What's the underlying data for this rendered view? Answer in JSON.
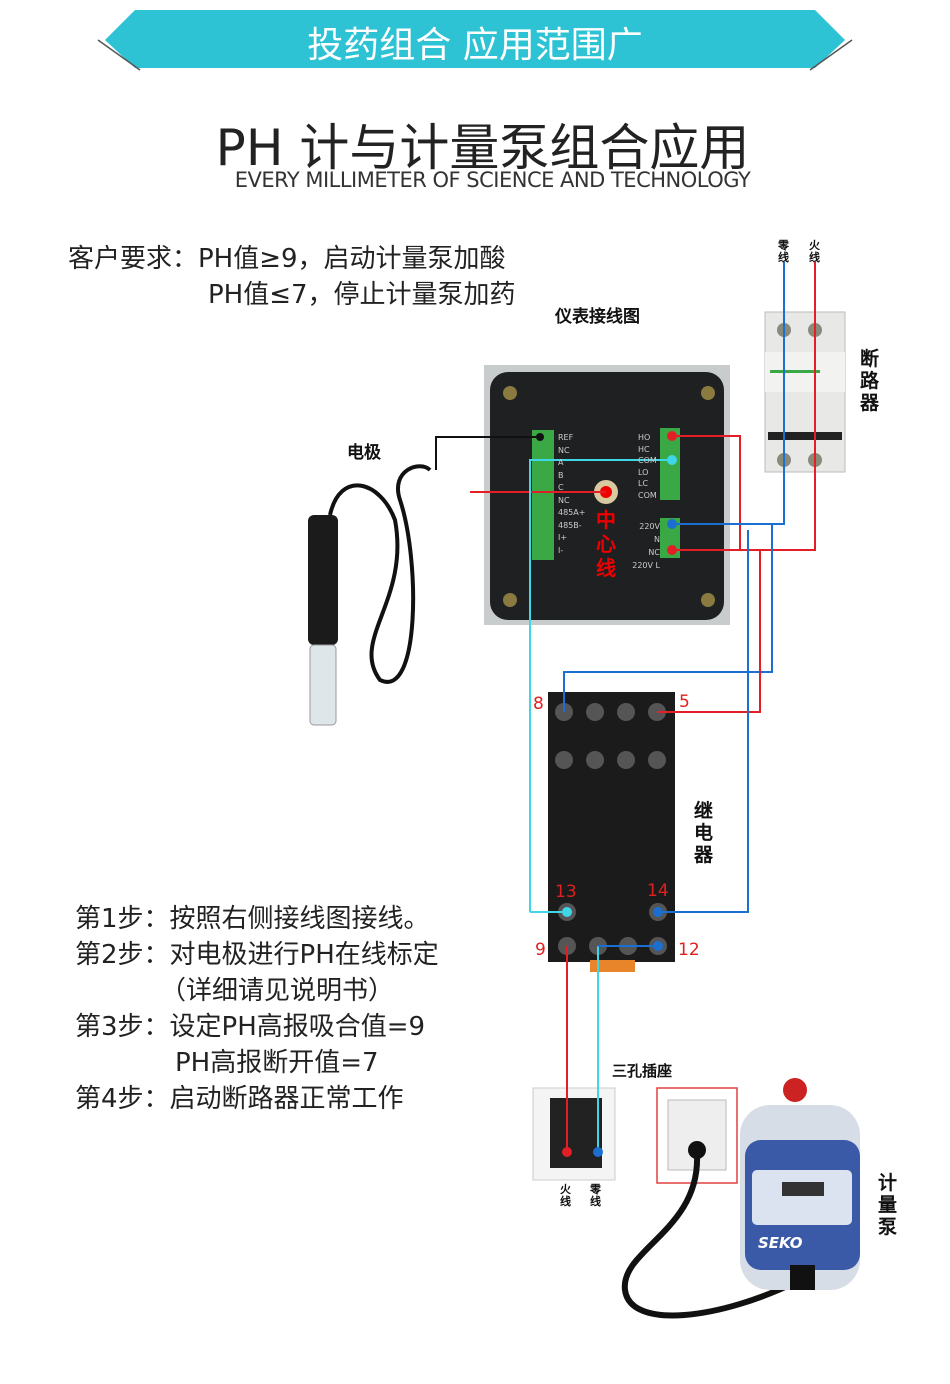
{
  "banner": {
    "text": "投药组合 应用范围广",
    "color": "#2ec3d4"
  },
  "title": "PH 计与计量泵组合应用",
  "subtitle": "EVERY MILLIMETER OF SCIENCE AND TECHNOLOGY",
  "requirement": {
    "line1": "客户要求：PH值≥9，启动计量泵加酸",
    "line2": "PH值≤7，停止计量泵加药"
  },
  "diagram": {
    "meter_title": "仪表接线图",
    "electrode_label": "电极",
    "center_line": "中心线",
    "breaker_label": "断路器",
    "breaker_neutral": "零线",
    "breaker_live": "火线",
    "relay_label": "继电器",
    "socket_label": "三孔插座",
    "socket_live": "火线",
    "socket_neutral": "零线",
    "pump_label": "计量泵",
    "pump_brand": "SEKO",
    "relay_pins": {
      "p8": "8",
      "p5": "5",
      "p13": "13",
      "p14": "14",
      "p9": "9",
      "p12": "12"
    },
    "left_terminals": [
      "REF",
      "NC",
      "A",
      "B",
      "C",
      "NC",
      "485A+",
      "485B-",
      "I+",
      "I-"
    ],
    "right_terminals": [
      "HO",
      "HC",
      "COM",
      "LO",
      "LC",
      "COM"
    ],
    "power_terminals": [
      "220V N",
      "NC",
      "220V L"
    ],
    "wire_colors": {
      "live": "#e41e26",
      "neutral": "#1a6fd0",
      "signal": "#3fd6e8"
    }
  },
  "steps": [
    "第1步：按照右侧接线图接线。",
    "第2步：对电极进行PH在线标定",
    "（详细请见说明书）",
    "第3步：设定PH高报吸合值=9",
    "PH高报断开值=7",
    "第4步：启动断路器正常工作"
  ]
}
